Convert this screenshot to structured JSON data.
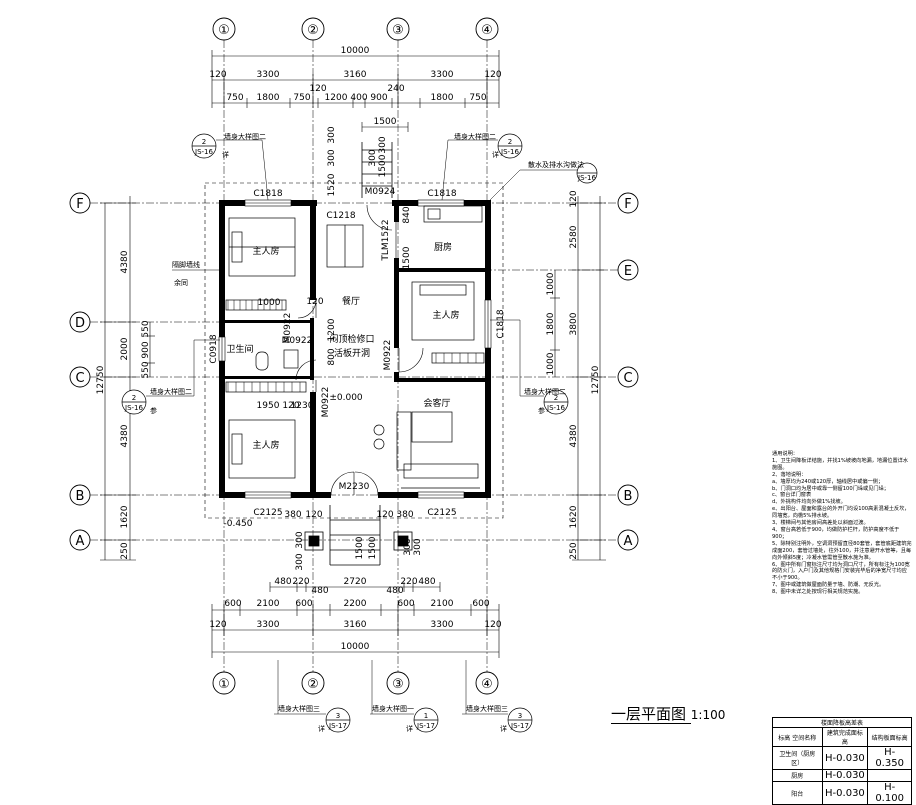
{
  "title": {
    "name": "一层平面图",
    "scale": "1:100"
  },
  "axes": {
    "vertical": [
      "①",
      "②",
      "③",
      "④"
    ],
    "horizontal": [
      "F",
      "E",
      "D",
      "C",
      "B",
      "A"
    ]
  },
  "top_dims": {
    "total": "10000",
    "row1": [
      "120",
      "3300",
      "3160",
      "3300",
      "120"
    ],
    "row2": [
      "750",
      "1800",
      "750",
      "120",
      "1200",
      "400",
      "900",
      "240",
      "1800",
      "750"
    ],
    "stair": "1500"
  },
  "bottom_dims": {
    "total": "10000",
    "row1": [
      "120",
      "3300",
      "3160",
      "3300",
      "120"
    ],
    "row2": [
      "600",
      "2100",
      "600",
      "2200",
      "600",
      "2100",
      "600"
    ],
    "row3": [
      "480",
      "220",
      "2720",
      "220",
      "480"
    ],
    "sub": [
      "480",
      "480"
    ]
  },
  "left_dims": {
    "total": "12750",
    "main": [
      "4380",
      "2000",
      "4380",
      "1620",
      "250"
    ],
    "sub": [
      "550",
      "900",
      "550"
    ]
  },
  "right_dims": {
    "total": "12750",
    "main": [
      "2580",
      "3800",
      "4380",
      "1620",
      "250"
    ],
    "sub": [
      "1000",
      "1800",
      "1000"
    ],
    "top": "120"
  },
  "rooms": {
    "master1": "主人房",
    "dining": "餐厅",
    "kitchen": "厨房",
    "master2": "主人房",
    "bath": "卫生间",
    "living": "会客厅",
    "master3": "主人房",
    "grille_lbl": "隔脚墙线",
    "grille_lbl2": "余同",
    "hatch1": "闷顶检修口",
    "hatch2": "活板开洞",
    "level0": "±0.000",
    "level1": "-0.450"
  },
  "openings": {
    "c1818a": "C1818",
    "c1818b": "C1818",
    "c1218": "C1218",
    "m0924": "M0924",
    "tlm": "TLM1522",
    "c1818c": "C1818",
    "m0922a": "M0922",
    "m0922b": "M0922",
    "m0922c": "M0922",
    "m0922d": "M0922",
    "c0918": "C0918",
    "m2230": "M2230",
    "c2125a": "C2125",
    "c2125b": "C2125"
  },
  "inner_dims": {
    "d1000": "1000",
    "d120a": "120",
    "d1200": "1200",
    "d1950": "1950",
    "d120b": "120",
    "d1230": "1230",
    "d380a": "380",
    "d120c": "120",
    "d120d": "120",
    "d380b": "380",
    "d1500": "1500",
    "d840": "840",
    "d800": "800",
    "d1520": "1520",
    "d300a": "300",
    "d300b": "300",
    "d1500b": "1500",
    "d300c": "300",
    "d300d": "300",
    "d1500c": "1500",
    "d300e": "300",
    "d300f": "300",
    "d1500d": "1500",
    "d300g": "300",
    "d300h": "300"
  },
  "callouts": {
    "wall_top_left": "墙身大样图二",
    "wall_top_right": "墙身大样图二",
    "wall_left": "墙身大样图二",
    "wall_right": "墙身大样图二",
    "wall_bottom_left": "墙身大样图三",
    "wall_bottom_mid": "墙身大样图一",
    "wall_bottom_right": "墙身大样图三",
    "drain": "散水及排水沟做法",
    "ref_detail": "详",
    "ref_see": "参",
    "bubble_2": "2",
    "bubble_1": "1",
    "bubble_3": "3",
    "bubble_sheet": "JS-16",
    "bubble_sheet2": "JS-17"
  },
  "notes": {
    "heading": "通用说明：",
    "items": [
      "1、卫生间降板详结施，并找1%坡坡向地漏，地漏位置详水施图。",
      "2、落地说明：",
      "a、墙厚均为240或120厚，轴线居中或偏一侧；",
      "b、门洞口均为居中或靠一侧留100门垛或见门垛；",
      "c、窗台详门窗表",
      "d、外挑构件均向外做1%找坡。",
      "e、出阳台、屋面和露台的外开门均设100高素混凝土反坎，同墙宽，向檐5%排水坡。",
      "3、楼梯间与其他房间高差处以斜面过渡。",
      "4、窗台高若低于900，均做防护栏杆，防护高度不低于900；",
      "5、除特别注明外，空调洞预留直径80套管，套管底距建筑完成面200，套管过墙处，往外100，并注意避开水管等，且每向外倾斜5度；冷凝水管需管至散水施为准。",
      "6、图中所有门窗标注尺寸均为洞口尺寸，所有标注为100宽的防火门，入户门及其他规格门安装完毕后的净宽尺寸均应不小于900。",
      "7、图中或建筑做屋面防量于墙、防潮、无反光。",
      "8、图中未详之处按现行相关规范实施。"
    ]
  },
  "finish_table": {
    "title": "楼面降板高差表",
    "col_head_a": "空间名称",
    "col_head_b": "标高",
    "col_head_c": "建筑完成面标高",
    "col_head_d": "结构板面标高",
    "rows": [
      {
        "name": "卫生间（厨房区）",
        "arch": "H-0.030",
        "struct": "H-0.350"
      },
      {
        "name": "厨房",
        "arch": "H-0.030",
        "struct": ""
      },
      {
        "name": "阳台",
        "arch": "H-0.030",
        "struct": "H-0.100"
      }
    ]
  }
}
